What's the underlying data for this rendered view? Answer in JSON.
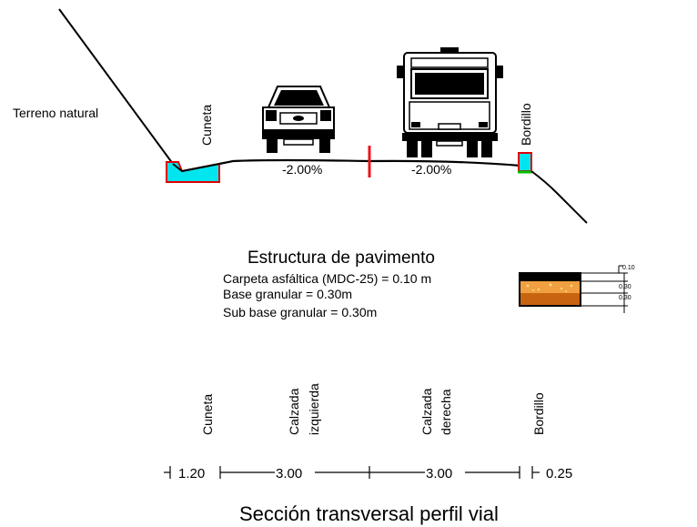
{
  "section": {
    "title": "Sección transversal perfil vial",
    "terrain_label": "Terreno natural",
    "cuneta_label": "Cuneta",
    "bordillo_label": "Bordillo",
    "slope_left": "-2.00%",
    "slope_right": "-2.00%"
  },
  "pavement": {
    "title": "Estructura de pavimento",
    "layers": [
      "Carpeta asfáltica (MDC-25) = 0.10 m",
      "Base granular = 0.30m",
      "Sub base granular = 0.30m"
    ],
    "thickness_labels": [
      "0.10",
      "0.30",
      "0.30"
    ]
  },
  "columns": {
    "cuneta": "Cuneta",
    "calzada_izq_1": "Calzada",
    "calzada_izq_2": "izquierda",
    "calzada_der_1": "Calzada",
    "calzada_der_2": "derecha",
    "bordillo": "Bordillo"
  },
  "dimensions": {
    "cuneta": "1.20",
    "left_lane": "3.00",
    "right_lane": "3.00",
    "bordillo": "0.25"
  },
  "colors": {
    "water": "#00e5ee",
    "outline_red": "#e00000",
    "marker_red": "#e8161c",
    "bordillo_green": "#00c000",
    "asphalt": "#000000",
    "base": "#f0a040",
    "subbase": "#c86410"
  },
  "icons": [
    "pickup-truck-rear-icon",
    "bus-rear-icon"
  ]
}
